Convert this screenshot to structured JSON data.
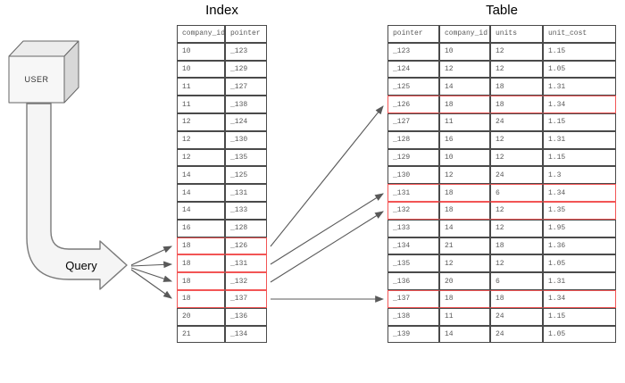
{
  "labels": {
    "user": "USER",
    "query": "Query"
  },
  "index_table": {
    "title": "Index",
    "columns": [
      "company_id",
      "pointer"
    ],
    "rows": [
      [
        "10",
        "_123"
      ],
      [
        "10",
        "_129"
      ],
      [
        "11",
        "_127"
      ],
      [
        "11",
        "_138"
      ],
      [
        "12",
        "_124"
      ],
      [
        "12",
        "_130"
      ],
      [
        "12",
        "_135"
      ],
      [
        "14",
        "_125"
      ],
      [
        "14",
        "_131"
      ],
      [
        "14",
        "_133"
      ],
      [
        "16",
        "_128"
      ],
      [
        "18",
        "_126"
      ],
      [
        "18",
        "_131"
      ],
      [
        "18",
        "_132"
      ],
      [
        "18",
        "_137"
      ],
      [
        "20",
        "_136"
      ],
      [
        "21",
        "_134"
      ]
    ],
    "highlighted_row_indexes": [
      11,
      12,
      13,
      14
    ]
  },
  "data_table": {
    "title": "Table",
    "columns": [
      "pointer",
      "company_id",
      "units",
      "unit_cost"
    ],
    "rows": [
      [
        "_123",
        "10",
        "12",
        "1.15"
      ],
      [
        "_124",
        "12",
        "12",
        "1.05"
      ],
      [
        "_125",
        "14",
        "18",
        "1.31"
      ],
      [
        "_126",
        "18",
        "18",
        "1.34"
      ],
      [
        "_127",
        "11",
        "24",
        "1.15"
      ],
      [
        "_128",
        "16",
        "12",
        "1.31"
      ],
      [
        "_129",
        "10",
        "12",
        "1.15"
      ],
      [
        "_130",
        "12",
        "24",
        "1.3"
      ],
      [
        "_131",
        "18",
        "6",
        "1.34"
      ],
      [
        "_132",
        "18",
        "12",
        "1.35"
      ],
      [
        "_133",
        "14",
        "12",
        "1.95"
      ],
      [
        "_134",
        "21",
        "18",
        "1.36"
      ],
      [
        "_135",
        "12",
        "12",
        "1.05"
      ],
      [
        "_136",
        "20",
        "6",
        "1.31"
      ],
      [
        "_137",
        "18",
        "18",
        "1.34"
      ],
      [
        "_138",
        "11",
        "24",
        "1.15"
      ],
      [
        "_139",
        "14",
        "24",
        "1.05"
      ]
    ],
    "highlighted_row_indexes": [
      3,
      8,
      9,
      14
    ]
  },
  "colors": {
    "highlight_red": "#f25555",
    "grid_border": "#4a4a4a",
    "cell_text": "#595959",
    "connector": "#595959",
    "shape_fill": "#f5f5f5",
    "shape_stroke": "#7a7a7a"
  }
}
